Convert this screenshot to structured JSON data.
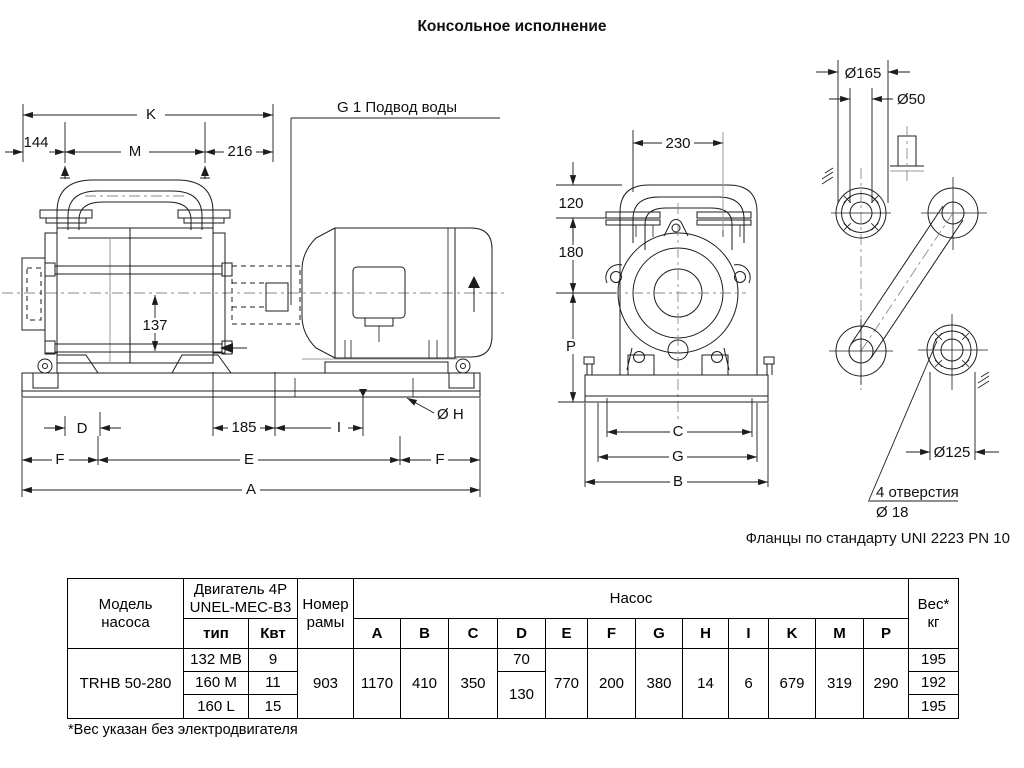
{
  "title": "Консольное исполнение",
  "side_view": {
    "water_inlet_label": "G 1 Подвод воды",
    "dim_K": "K",
    "dim_M": "M",
    "dim_144": "144",
    "dim_216": "216",
    "dim_137": "137",
    "dim_D": "D",
    "dim_185": "185",
    "dim_I": "I",
    "dim_H": "Ø H",
    "dim_F_left": "F",
    "dim_E": "E",
    "dim_F_right": "F",
    "dim_A": "A"
  },
  "front_view": {
    "dim_230": "230",
    "dim_120": "120",
    "dim_180": "180",
    "dim_P": "P",
    "dim_C": "C",
    "dim_G": "G",
    "dim_B": "B"
  },
  "flange_view": {
    "dim_165": "Ø165",
    "dim_50": "Ø50",
    "dim_125": "Ø125",
    "holes_label": "4 отверстия",
    "holes_diameter": "Ø 18"
  },
  "flange_note": "Фланцы по стандарту UNI 2223 PN 10",
  "table": {
    "headers": {
      "model": "Модель\nнасоса",
      "motor": "Двигатель 4P\nUNEL-MEC-B3",
      "motor_type": "тип",
      "motor_power": "Квт",
      "frame": "Номер\nрамы",
      "pump": "Насос",
      "weight": "Вес*\nкг"
    },
    "columns": [
      "A",
      "B",
      "C",
      "D",
      "E",
      "F",
      "G",
      "H",
      "I",
      "K",
      "M",
      "P"
    ],
    "model": "TRHB 50-280",
    "frame_number": "903",
    "pump_values": {
      "A": "1170",
      "B": "410",
      "C": "350",
      "D_top": "70",
      "D_bottom": "130",
      "E": "770",
      "F": "200",
      "G": "380",
      "H": "14",
      "I": "6",
      "K": "679",
      "M": "319",
      "P": "290"
    },
    "motor_rows": [
      {
        "type": "132 MB",
        "power": "9",
        "weight": "195"
      },
      {
        "type": "160 M",
        "power": "11",
        "weight": "192"
      },
      {
        "type": "160 L",
        "power": "15",
        "weight": "195"
      }
    ]
  },
  "footnote": "*Вес указан без электродвигателя"
}
